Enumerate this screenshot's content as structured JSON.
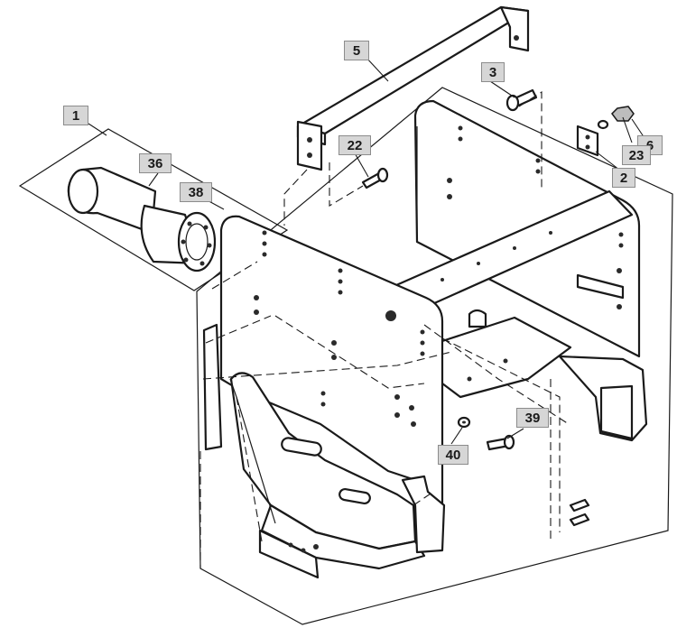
{
  "callouts": [
    {
      "id": "c1",
      "label": "1"
    },
    {
      "id": "c2",
      "label": "2"
    },
    {
      "id": "c3",
      "label": "3"
    },
    {
      "id": "c5",
      "label": "5"
    },
    {
      "id": "c6",
      "label": "6"
    },
    {
      "id": "c22",
      "label": "22"
    },
    {
      "id": "c23",
      "label": "23"
    },
    {
      "id": "c36",
      "label": "36"
    },
    {
      "id": "c38",
      "label": "38"
    },
    {
      "id": "c39",
      "label": "39"
    },
    {
      "id": "c40",
      "label": "40"
    }
  ],
  "colors": {
    "callout_fill": "#d6d6d6",
    "callout_border": "#8c8c8c",
    "line": "#1a1a1a",
    "background": "#ffffff"
  }
}
